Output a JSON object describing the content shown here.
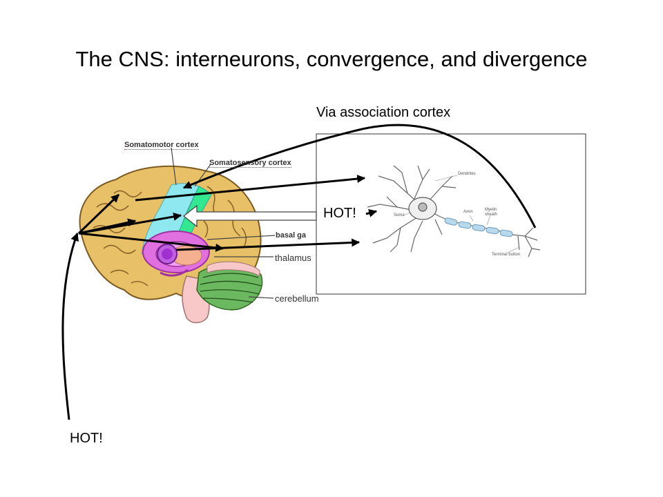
{
  "slide": {
    "title": "The CNS: interneurons, convergence, and divergence",
    "via_label": "Via association cortex",
    "hot_bottom": "HOT!",
    "hot_neuron": "HOT!"
  },
  "brain": {
    "labels": {
      "somatomotor": "Somatomotor cortex",
      "somatosensory": "Somatosensory cortex",
      "basal": "basal ga",
      "thalamus": "thalamus",
      "cerebellum": "cerebellum"
    },
    "colors": {
      "cortex": "#e8c068",
      "motor": "#8fe8f0",
      "sensory": "#33e890",
      "basal": "#e070e0",
      "thalamus_core": "#a030d0",
      "cerebellum": "#6cb860",
      "brainstem": "#f8c8c8"
    }
  },
  "neuron": {
    "labels": {
      "dendrites": "Dendrites",
      "soma": "Soma",
      "axon": "Axon",
      "myelin": "Myelin sheath",
      "terminal": "Terminal button"
    }
  }
}
